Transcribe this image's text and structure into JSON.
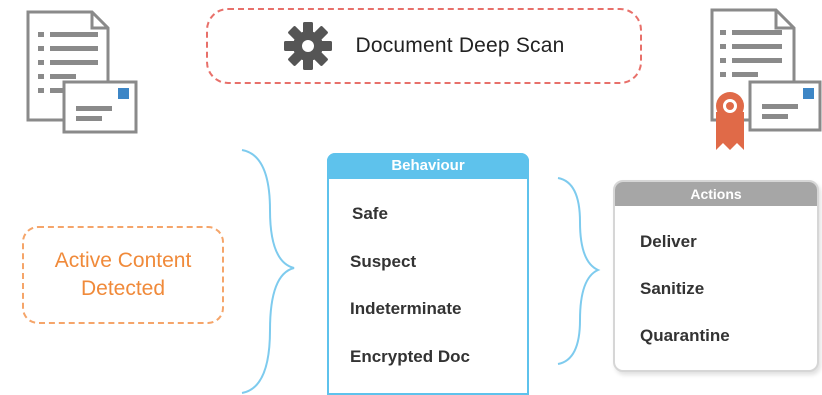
{
  "title": {
    "icon": "gear-icon",
    "label": "Document Deep Scan"
  },
  "input_status": {
    "line1": "Active Content",
    "line2": "Detected"
  },
  "behaviour": {
    "header": "Behaviour",
    "items": [
      "Safe",
      "Suspect",
      "Indeterminate",
      "Encrypted Doc"
    ]
  },
  "actions": {
    "header": "Actions",
    "items": [
      "Deliver",
      "Sanitize",
      "Quarantine"
    ]
  },
  "icons": {
    "left": "document-with-envelope-icon",
    "right": "certified-document-with-envelope-icon"
  },
  "colors": {
    "title_border": "#e8706a",
    "active_text": "#f08a3a",
    "behaviour_accent": "#5ec2ec",
    "actions_header": "#a6a6a6",
    "ribbon": "#e06a48"
  }
}
